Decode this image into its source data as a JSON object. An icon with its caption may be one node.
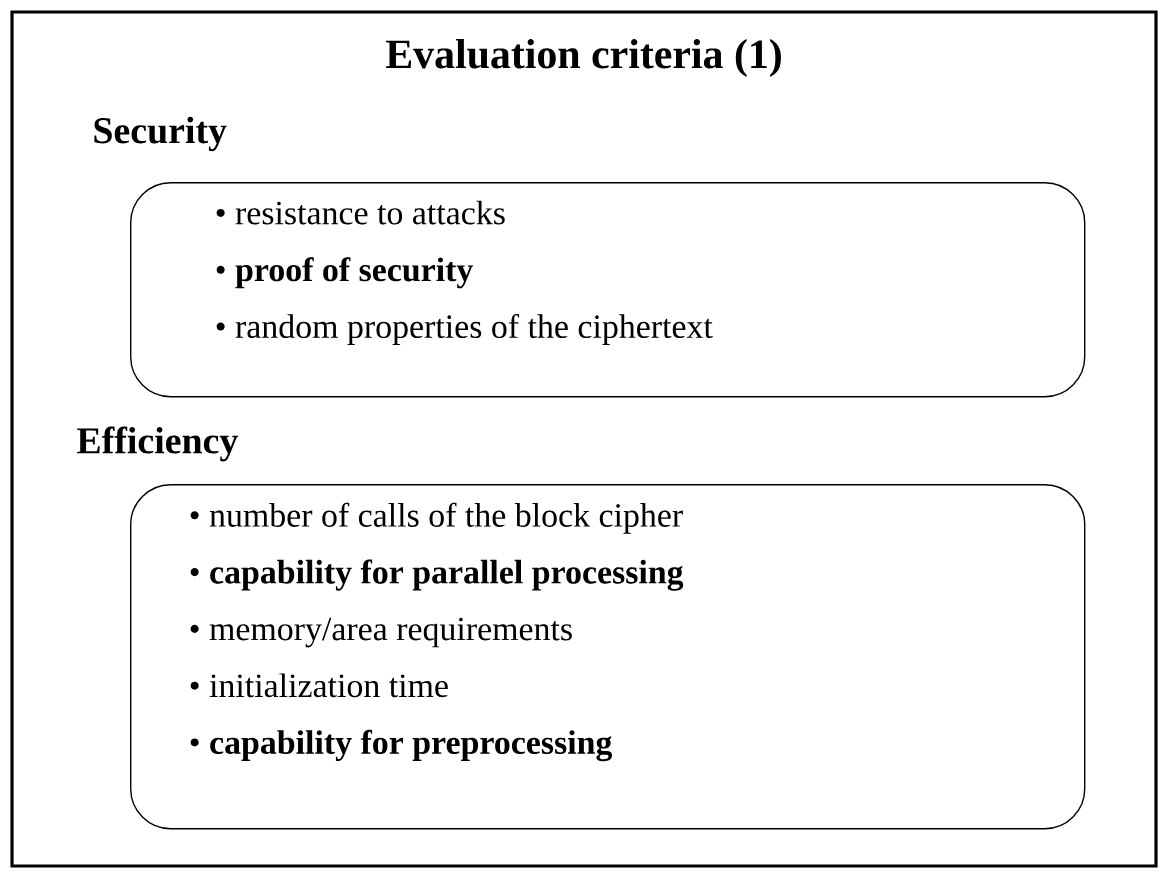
{
  "diagram": {
    "title": "Evaluation criteria (1)",
    "nodes": [
      {
        "text": [
          "Security",
          "• resistance to attacks",
          "• **proof of security**",
          "• random properties of the ciphertext"
        ]
      },
      {
        "text": [
          "Efficiency",
          "• number of calls of the block cipher",
          "• **capability for parallel processing**",
          "• memory/area requirements",
          "• initialization time",
          "• **capability for preprocessing**"
        ]
      }
    ]
  }
}
